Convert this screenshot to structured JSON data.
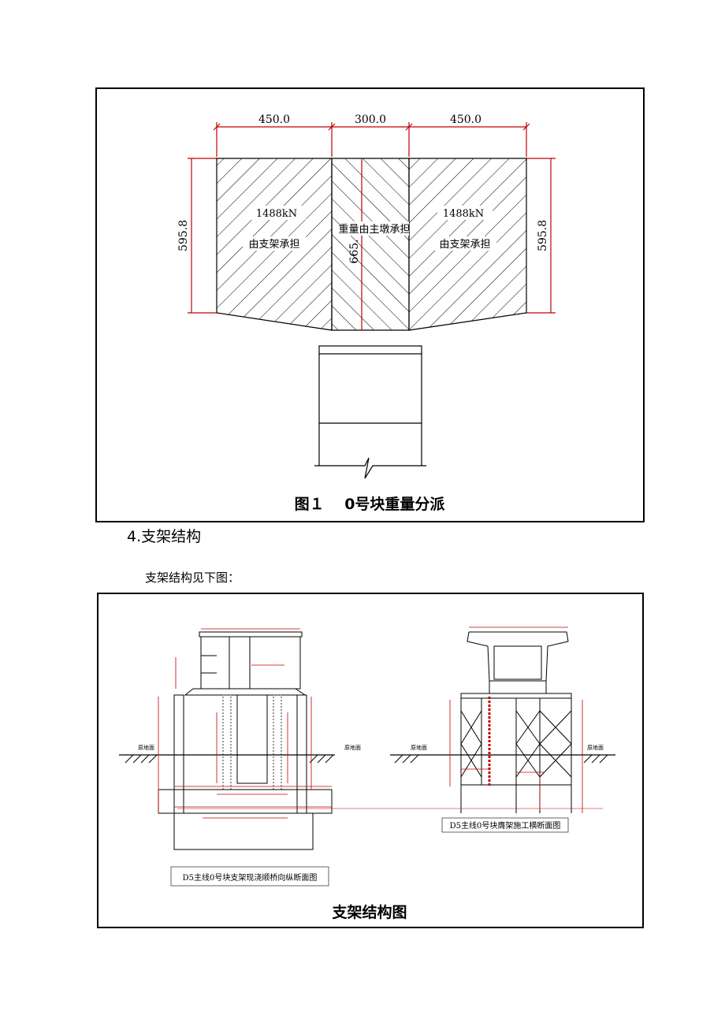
{
  "figure1": {
    "dims": {
      "left": "450.0",
      "mid": "300.0",
      "right": "450.0",
      "height_left": "595.8",
      "height_right": "595.8",
      "height_center": "665."
    },
    "left_block": {
      "load": "1488kN",
      "desc": "由支架承担"
    },
    "center_block": {
      "desc": "重量由主墩承担"
    },
    "right_block": {
      "load": "1488kN",
      "desc": "由支架承担"
    },
    "caption": "图１　 0号块重量分派"
  },
  "section": {
    "heading": "4.支架结构",
    "intro": "支架结构见下图："
  },
  "figure2": {
    "left_drawing_title": "D5主线0号块支架现浇顺桥向纵断面图",
    "right_drawing_title": "D5主线0号块膺架施工横断面图",
    "ground_left_a": "原地面",
    "ground_left_b": "原地面",
    "ground_right_a": "原地面",
    "ground_right_b": "原地面",
    "caption": "支架结构图"
  }
}
